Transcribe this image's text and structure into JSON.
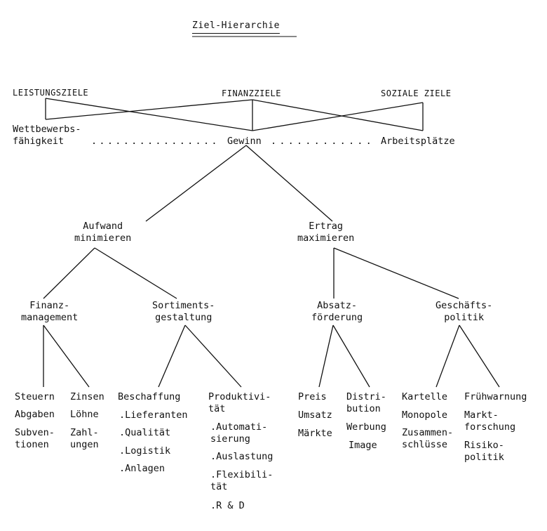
{
  "title": "Ziel-Hierarchie",
  "top_goals": {
    "left": "LEISTUNGSZIELE",
    "center": "FINANZZIELE",
    "right": "SOZIALE ZIELE"
  },
  "goal_row": {
    "left": "Wettbewerbs-\nfähigkeit",
    "dots_left": "................",
    "center": "Gewinn",
    "dots_right": "............",
    "right": "Arbeitsplätze"
  },
  "level2": {
    "aufwand": "Aufwand\nminimieren",
    "ertrag": "Ertrag\nmaximieren"
  },
  "level3": {
    "finanz": "Finanz-\nmanagement",
    "sortiment": "Sortiments-\ngestaltung",
    "absatz": "Absatz-\nförderung",
    "geschaeft": "Geschäfts-\npolitik"
  },
  "leaves": {
    "finanz_a": [
      "Steuern",
      "Abgaben",
      "Subven-\ntionen"
    ],
    "finanz_b": [
      "Zinsen",
      "Löhne",
      "Zahl-\nungen"
    ],
    "beschaffung": [
      "Beschaffung",
      ".Lieferanten",
      ".Qualität",
      ".Logistik",
      ".Anlagen"
    ],
    "produktivitaet": [
      "Produktivi-\ntät",
      ".Automati-\nsierung",
      ".Auslastung",
      ".Flexibili-\ntät",
      ".R & D"
    ],
    "preis": [
      "Preis",
      "Umsatz",
      "Märkte"
    ],
    "distribution": [
      "Distri-\nbution",
      "Werbung",
      "Image"
    ],
    "kartelle": [
      "Kartelle",
      "Monopole",
      "Zusammen-\nschlüsse"
    ],
    "fruehwarnung": [
      "Frühwarnung",
      "Markt-\nforschung",
      "Risiko-\npolitik"
    ]
  }
}
